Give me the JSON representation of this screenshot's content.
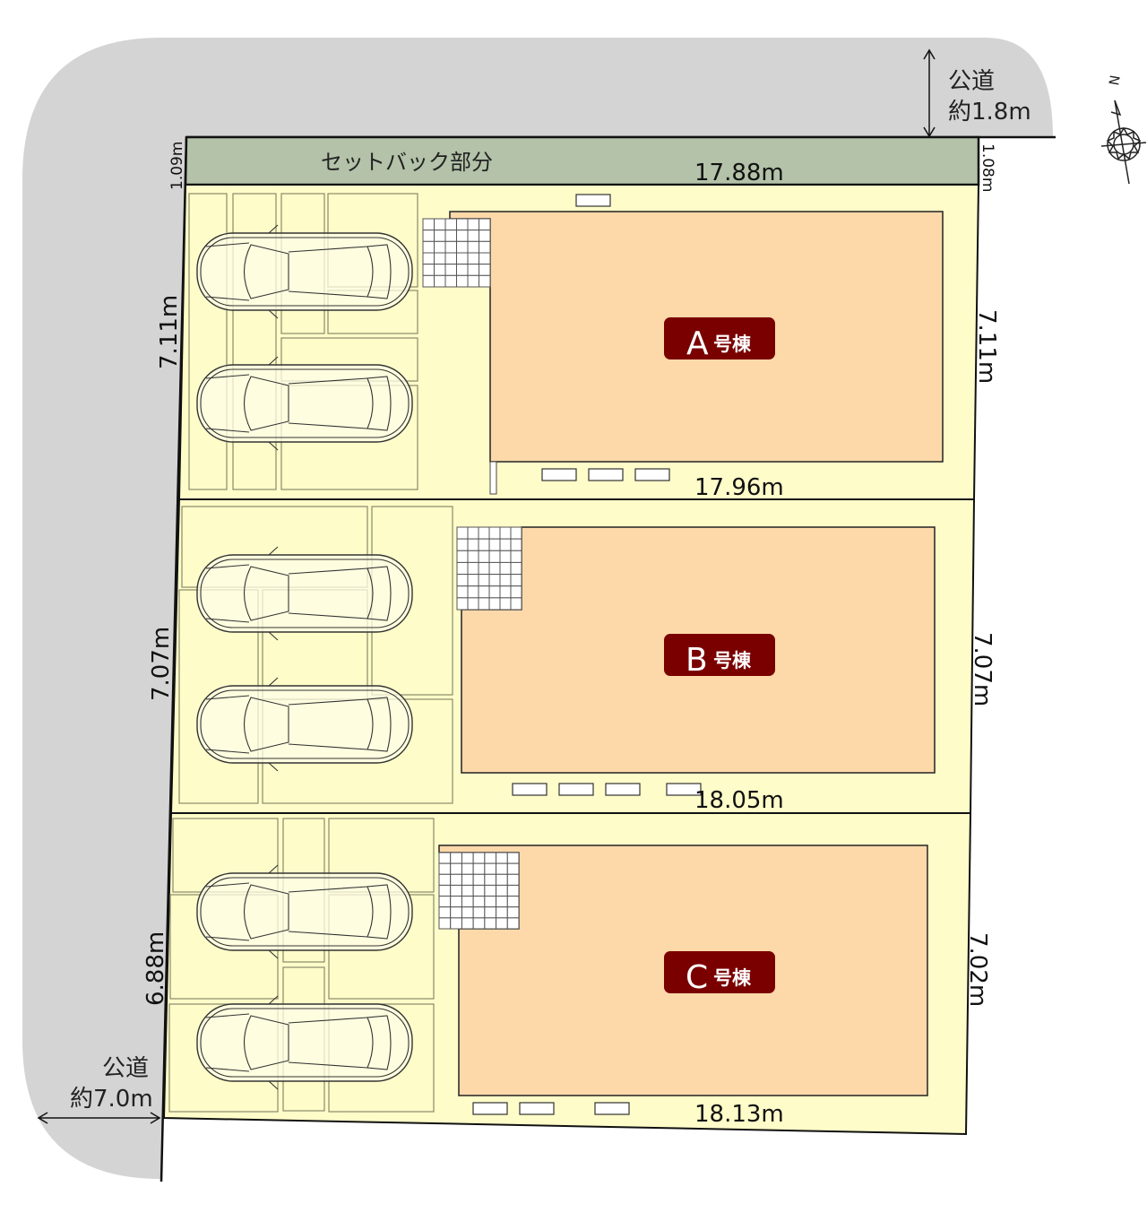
{
  "site": {
    "setback_label": "セットバック部分",
    "road_north": {
      "line1": "公道",
      "line2": "約1.8m"
    },
    "road_west": {
      "line1": "公道",
      "line2": "約7.0m"
    },
    "compass_label": "N"
  },
  "dimensions": {
    "setback_left": "1.09m",
    "setback_right": "1.08m",
    "top_width": "17.88m",
    "a_left": "7.11m",
    "a_right": "7.11m",
    "a_bottom": "17.96m",
    "b_left": "7.07m",
    "b_right": "7.07m",
    "b_bottom": "18.05m",
    "c_left": "6.88m",
    "c_right": "7.02m",
    "c_bottom": "18.13m"
  },
  "buildings": [
    {
      "letter": "A",
      "suffix": "号棟"
    },
    {
      "letter": "B",
      "suffix": "号棟"
    },
    {
      "letter": "C",
      "suffix": "号棟"
    }
  ],
  "colors": {
    "road": "#d4d4d4",
    "setback": "#b3c2a8",
    "lot": "#fefcc9",
    "building": "#fdd9aa",
    "label": "#7a0000"
  }
}
